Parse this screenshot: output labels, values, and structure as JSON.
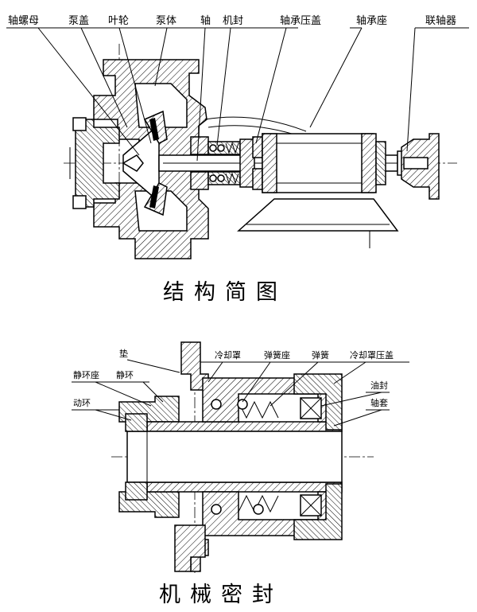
{
  "top_diagram": {
    "caption": "结构简图",
    "labels": {
      "impeller_nut": "轴螺母",
      "pump_cover": "泵盖",
      "impeller": "叶轮",
      "pump_body": "泵体",
      "shaft": "轴",
      "mechanical_seal": "机封",
      "bearing_cover": "轴承压盖",
      "bearing_seat": "轴承座",
      "coupling": "联轴器"
    }
  },
  "bottom_diagram": {
    "caption": "机械密封",
    "labels": {
      "gasket": "垫",
      "cooling_cover": "冷却罩",
      "spring_seat": "弹簧座",
      "spring": "弹簧",
      "cooling_cover_gland": "冷却罩压盖",
      "static_ring_seat": "静环座",
      "static_ring": "静环",
      "oil_seal": "油封",
      "rotating_ring": "动环",
      "shaft_sleeve": "轴套"
    }
  }
}
